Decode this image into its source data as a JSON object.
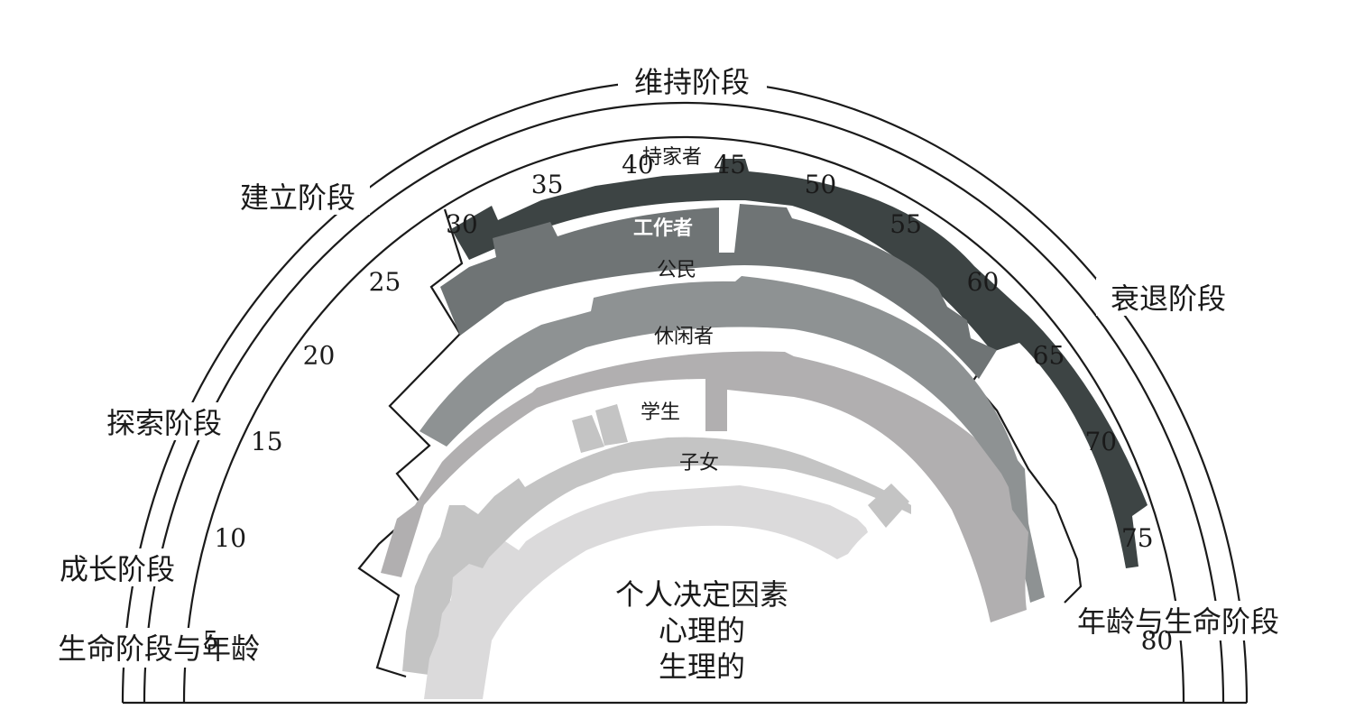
{
  "diagram": {
    "stage_labels": [
      {
        "id": "growth",
        "text": "成长阶段"
      },
      {
        "id": "exploration",
        "text": "探索阶段"
      },
      {
        "id": "establishment",
        "text": "建立阶段"
      },
      {
        "id": "maintenance",
        "text": "维持阶段"
      },
      {
        "id": "decline",
        "text": "衰退阶段"
      }
    ],
    "axis_left_label": "生命阶段与年龄",
    "axis_right_label": "年龄与生命阶段",
    "age_ticks": [
      5,
      10,
      15,
      20,
      25,
      30,
      35,
      40,
      45,
      50,
      55,
      60,
      65,
      70,
      75,
      80
    ],
    "roles": [
      {
        "id": "homemaker",
        "label": "持家者",
        "color": "#3d4444",
        "label_color": "#1a1a1a"
      },
      {
        "id": "worker",
        "label": "工作者",
        "color": "#6f7475",
        "label_color": "#ffffff"
      },
      {
        "id": "citizen",
        "label": "公民",
        "color": "#8e9293",
        "label_color": "#1a1a1a"
      },
      {
        "id": "leisurite",
        "label": "休闲者",
        "color": "#b1afb0",
        "label_color": "#1a1a1a"
      },
      {
        "id": "student",
        "label": "学生",
        "color": "#c4c4c4",
        "label_color": "#1a1a1a"
      },
      {
        "id": "child",
        "label": "子女",
        "color": "#dbdadb",
        "label_color": "#1a1a1a"
      }
    ],
    "center_text": {
      "line1": "个人决定因素",
      "line2": "心理的",
      "line3": "生理的"
    }
  }
}
